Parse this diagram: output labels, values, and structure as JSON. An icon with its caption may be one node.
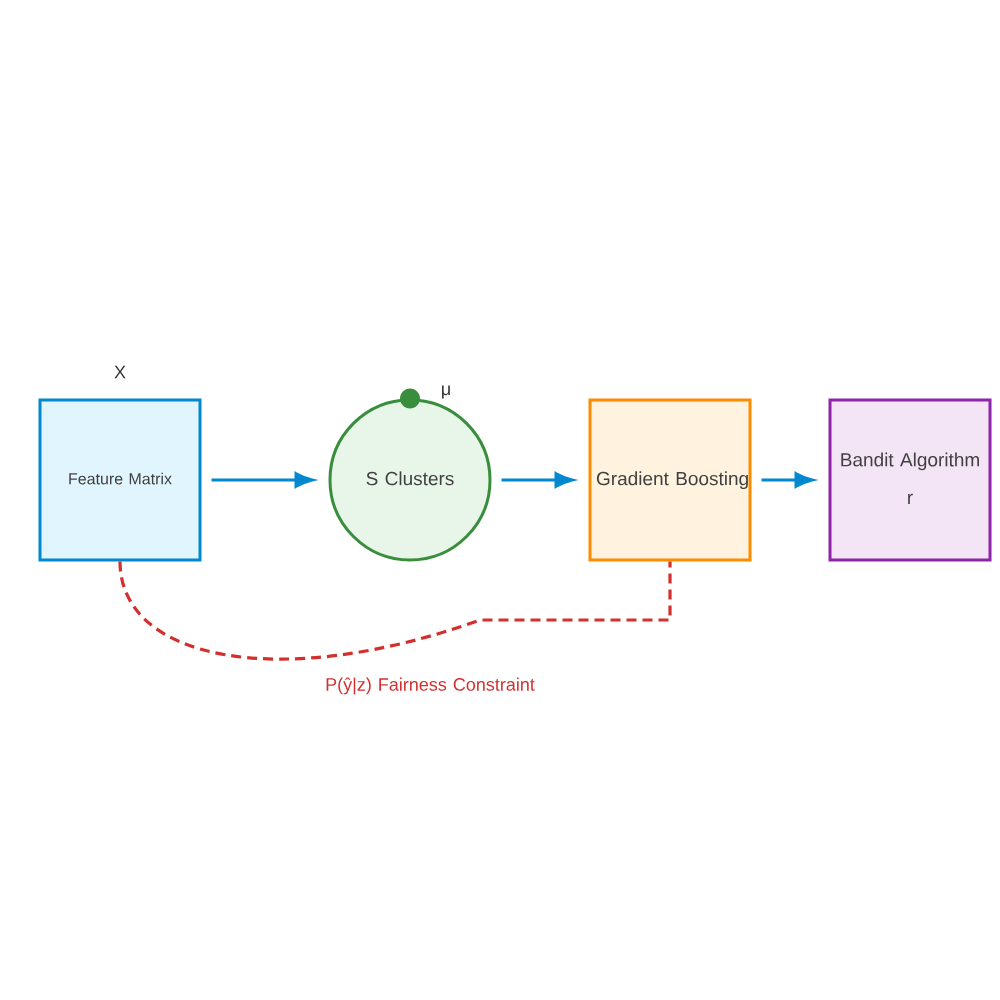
{
  "diagram": {
    "nodes": [
      {
        "text": [
          "Feature Matrix"
        ],
        "beside": [
          "X"
        ]
      },
      {
        "text": [
          "S Clusters"
        ],
        "beside": [
          "μ"
        ]
      },
      {
        "text": [
          "Gradient Boosting"
        ]
      },
      {
        "text": [
          "Bandit Algorithm",
          "r"
        ]
      }
    ],
    "edges": [
      {
        "from": 0,
        "to": 1,
        "arrow": "to"
      },
      {
        "from": 1,
        "to": 2,
        "arrow": "to"
      },
      {
        "from": 2,
        "to": 3,
        "arrow": "to"
      },
      {
        "from": 0,
        "to": 2,
        "arrow": "none",
        "style": "dashed",
        "color": "#d32f2f",
        "label": "P(ŷ|z) Fairness Constraint"
      }
    ]
  }
}
